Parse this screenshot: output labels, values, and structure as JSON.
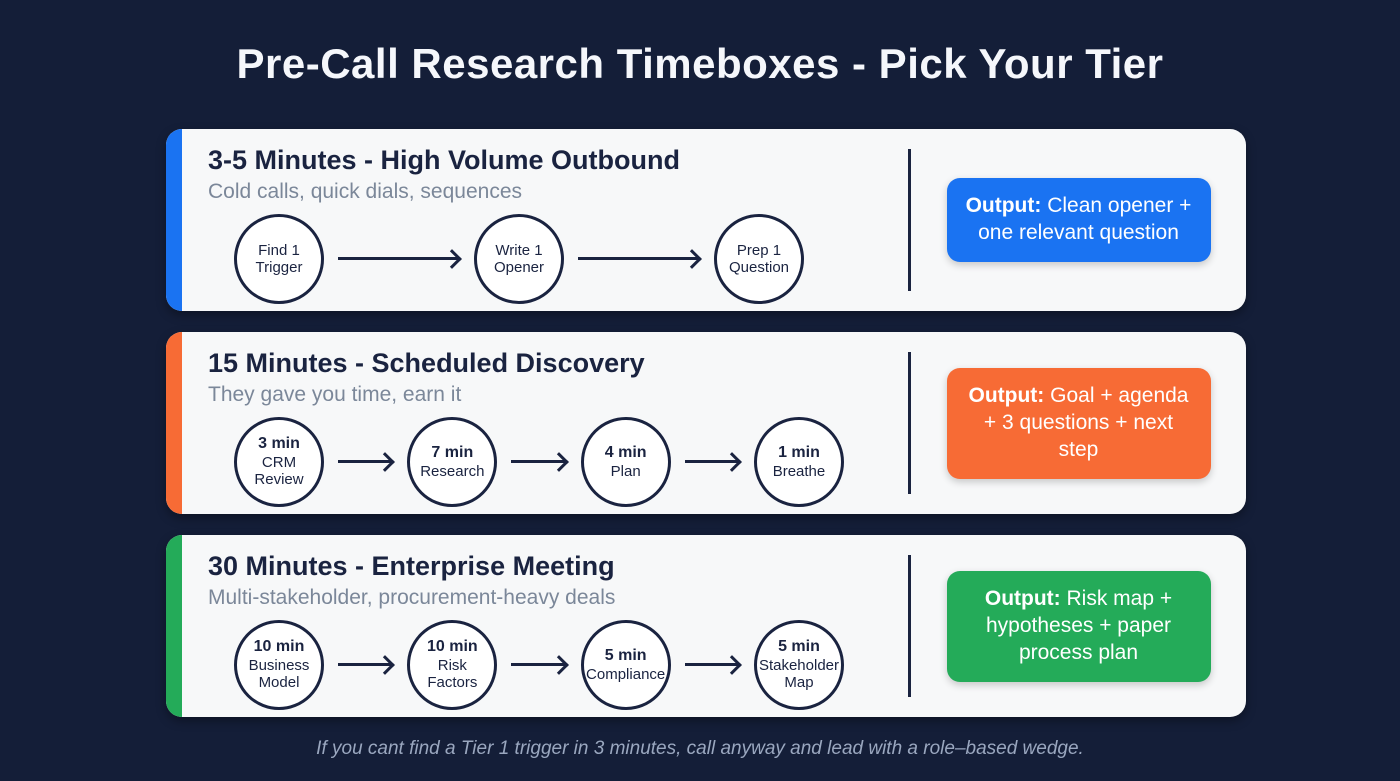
{
  "page": {
    "title": "Pre-Call Research Timeboxes - Pick Your Tier",
    "footer": "If you cant find a Tier 1 trigger in 3 minutes, call anyway and lead with a role–based wedge."
  },
  "colors": {
    "background": "#141e38",
    "card_background": "#f7f8f9",
    "ink": "#1a2340",
    "subtitle_gray": "#7b8799",
    "tier1_blue": "#1a73f2",
    "tier2_orange": "#f76b35",
    "tier3_green": "#24ab59"
  },
  "tiers": [
    {
      "title": "3-5 Minutes - High Volume Outbound",
      "subtitle": "Cold calls, quick dials, sequences",
      "accent_color": "#1a73f2",
      "steps": [
        {
          "label": "Find 1 Trigger"
        },
        {
          "label": "Write 1 Opener"
        },
        {
          "label": "Prep 1 Question"
        }
      ],
      "output": {
        "label": "Output:",
        "text": "Clean opener + one relevant question",
        "color": "#1a73f2"
      }
    },
    {
      "title": "15 Minutes - Scheduled Discovery",
      "subtitle": "They gave you time, earn it",
      "accent_color": "#f76b35",
      "steps": [
        {
          "duration": "3 min",
          "label": "CRM Review"
        },
        {
          "duration": "7 min",
          "label": "Research"
        },
        {
          "duration": "4 min",
          "label": "Plan"
        },
        {
          "duration": "1 min",
          "label": "Breathe"
        }
      ],
      "output": {
        "label": "Output:",
        "text": "Goal + agenda + 3 questions + next step",
        "color": "#f76b35"
      }
    },
    {
      "title": "30 Minutes - Enterprise Meeting",
      "subtitle": "Multi-stakeholder, procurement-heavy deals",
      "accent_color": "#24ab59",
      "steps": [
        {
          "duration": "10 min",
          "label": "Business Model"
        },
        {
          "duration": "10 min",
          "label": "Risk Factors"
        },
        {
          "duration": "5 min",
          "label": "Compliance"
        },
        {
          "duration": "5 min",
          "label": "Stakeholder Map"
        }
      ],
      "output": {
        "label": "Output:",
        "text": "Risk map + hypotheses + paper process plan",
        "color": "#24ab59"
      }
    }
  ]
}
